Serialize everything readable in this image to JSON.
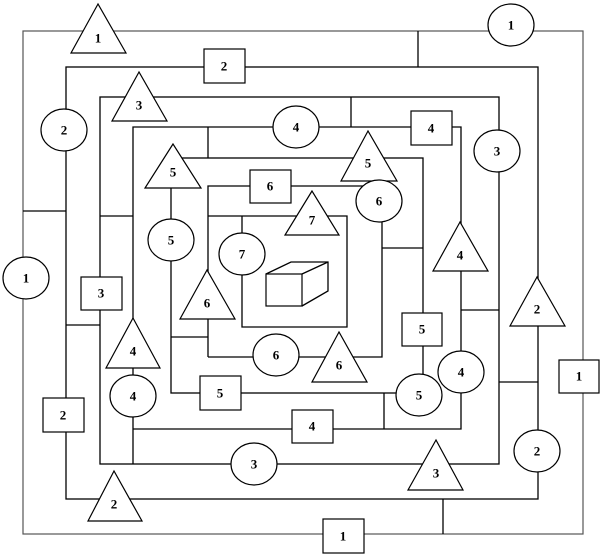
{
  "title": "Shape and number maze",
  "shapes": {
    "tri_top_1": "1",
    "circle_top_1": "1",
    "square_top_2": "2",
    "circle_left_2": "2",
    "tri_top_3": "3",
    "circle_top_4": "4",
    "square_top_4": "4",
    "circle_right_3": "3",
    "tri_left_5": "5",
    "tri_top_5": "5",
    "square_6": "6",
    "circle_6": "6",
    "tri_7": "7",
    "circle_left_5": "5",
    "circle_7": "7",
    "tri_right_4": "4",
    "circle_left_1": "1",
    "square_3": "3",
    "tri_left_6": "6",
    "tri_right_2": "2",
    "square_right_5": "5",
    "tri_left_4": "4",
    "circle_bottom_6": "6",
    "tri_bottom_6": "6",
    "circle_left_4": "4",
    "circle_right_4": "4",
    "square_bottom_5": "5",
    "circle_right_5": "5",
    "square_right_1": "1",
    "square_left_2": "2",
    "square_bottom_4": "4",
    "circle_right_2": "2",
    "circle_bottom_3": "3",
    "tri_bottom_3": "3",
    "tri_bottom_2": "2",
    "square_bottom_1": "1"
  }
}
